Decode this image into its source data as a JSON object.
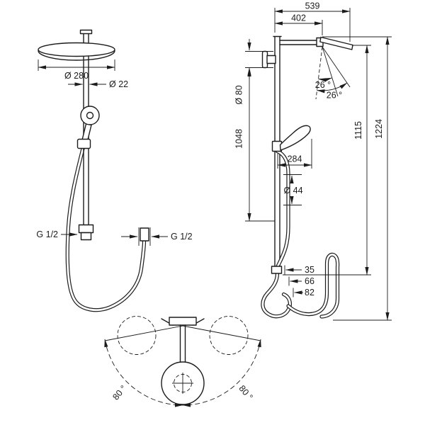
{
  "drawing": {
    "background": "#ffffff",
    "line_color": "#1c1c1c"
  },
  "front_view": {
    "head_diameter": "Ø 280",
    "pipe_diameter": "Ø 22",
    "thread_left": "G 1/2",
    "thread_right": "G 1/2"
  },
  "side_view": {
    "overall_reach": "539",
    "arm_reach": "402",
    "head_offset": "Ø 80",
    "column_length": "1048",
    "hand_shower_length": "284",
    "hose_loop_diameter": "Ø 44",
    "height_to_connection": "1115",
    "overall_height": "1224",
    "tilt_angle_upper": "26 °",
    "tilt_angle_lower": "26 °",
    "hose_offset_a": "35",
    "hose_offset_b": "66",
    "hose_offset_c": "82"
  },
  "top_view": {
    "swivel_left": "80 °",
    "swivel_right": "80 °"
  }
}
